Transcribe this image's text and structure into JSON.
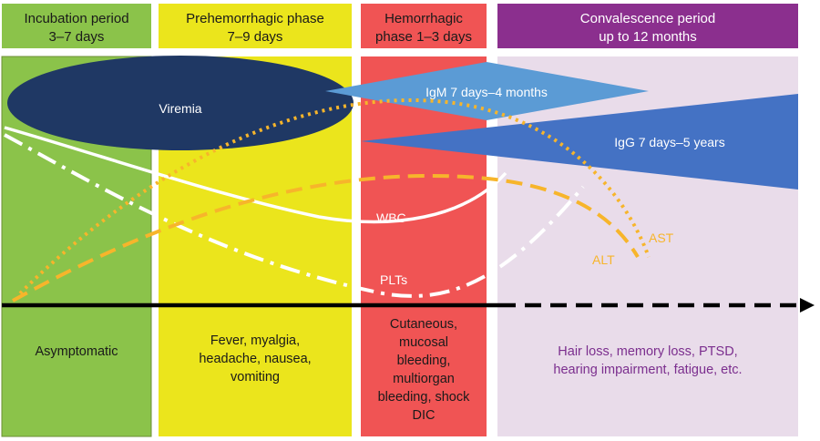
{
  "phases": [
    {
      "name": "incubation",
      "header_line1": "Incubation period",
      "header_line2": "3–7 days",
      "header_color": "#8bc34a",
      "header_text_color": "#1a1a1a",
      "body_color": "#8bc34a",
      "body_lines": [
        "Asymptomatic"
      ],
      "body_text_color": "#1a1a1a"
    },
    {
      "name": "prehemorrhagic",
      "header_line1": "Prehemorrhagic phase",
      "header_line2": "7–9 days",
      "header_color": "#ebe51c",
      "header_text_color": "#1a1a1a",
      "body_color": "#ebe51c",
      "body_lines": [
        "Fever, myalgia,",
        "headache, nausea,",
        "vomiting"
      ],
      "body_text_color": "#1a1a1a"
    },
    {
      "name": "hemorrhagic",
      "header_line1": "Hemorrhagic",
      "header_line2": "phase  1–3 days",
      "header_color": "#f05454",
      "header_text_color": "#1a1a1a",
      "body_color": "#f05454",
      "body_lines": [
        "Cutaneous,",
        "mucosal",
        "bleeding,",
        "multiorgan",
        "bleeding, shock",
        "DIC"
      ],
      "body_text_color": "#1a1a1a"
    },
    {
      "name": "convalescence",
      "header_line1": "Convalescence period",
      "header_line2": "up to 12 months",
      "header_color": "#8b2f8e",
      "header_text_color": "#ffffff",
      "body_color": "#e9dcea",
      "body_lines": [
        "Hair loss, memory loss, PTSD,",
        "hearing impairment, fatigue, etc."
      ],
      "body_text_color": "#7b2e8e"
    }
  ],
  "labels": {
    "viremia": "Viremia",
    "igm": "IgM 7 days–4 months",
    "igg": "IgG 7 days–5 years",
    "wbc": "WBC",
    "plts": "PLTs",
    "ast": "AST",
    "alt": "ALT"
  },
  "colors": {
    "viremia": "#1f3864",
    "igm": "#5b9bd5",
    "igg": "#4472c4",
    "ast": "#f7b52b",
    "alt": "#f7b52b",
    "wbc": "#ffffff",
    "plts": "#ffffff",
    "timeline": "#000000"
  }
}
